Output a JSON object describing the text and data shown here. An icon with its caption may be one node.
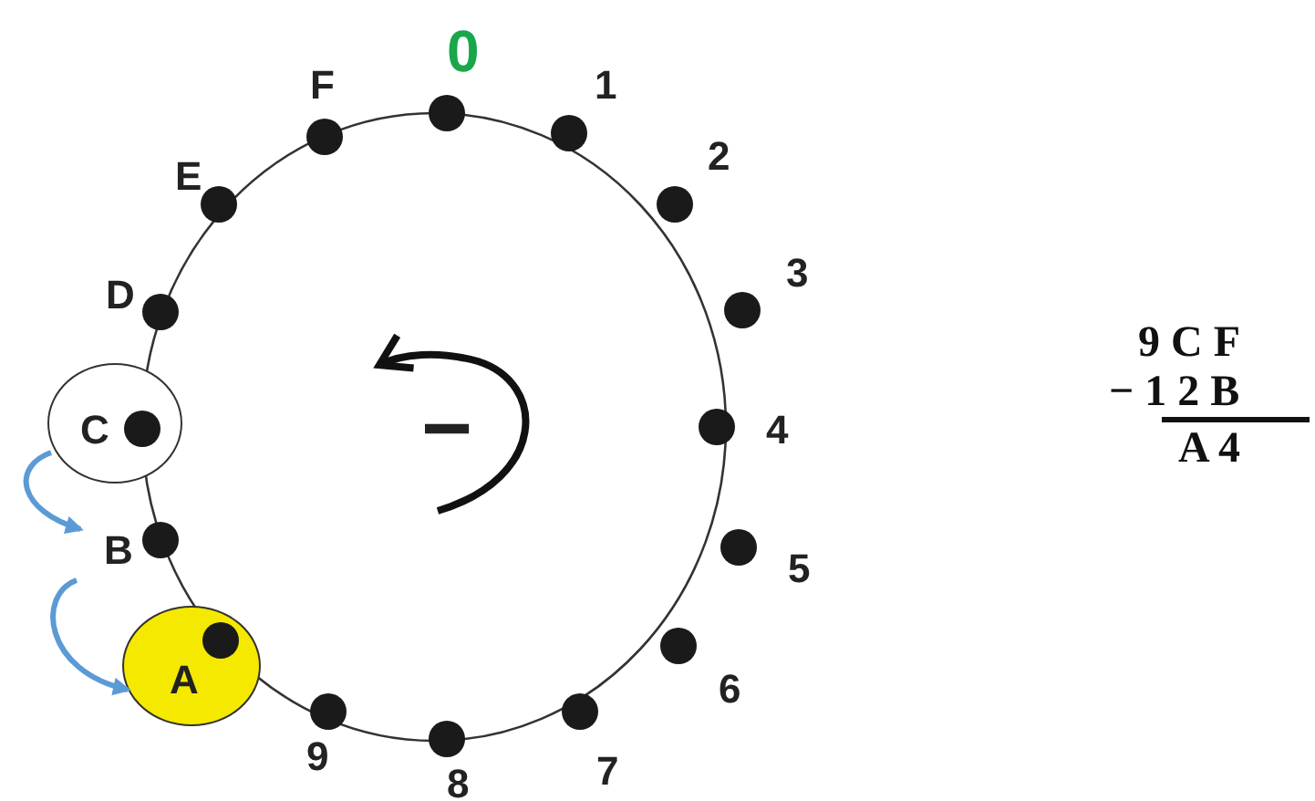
{
  "diagram": {
    "nodes": [
      {
        "text": [
          "0"
        ]
      },
      {
        "text": [
          "1"
        ]
      },
      {
        "text": [
          "2"
        ]
      },
      {
        "text": [
          "3"
        ]
      },
      {
        "text": [
          "4"
        ]
      },
      {
        "text": [
          "5"
        ]
      },
      {
        "text": [
          "6"
        ]
      },
      {
        "text": [
          "7"
        ]
      },
      {
        "text": [
          "8"
        ]
      },
      {
        "text": [
          "9"
        ]
      },
      {
        "text": [
          "A"
        ]
      },
      {
        "text": [
          "B"
        ]
      },
      {
        "text": [
          "C"
        ]
      },
      {
        "text": [
          "D"
        ]
      },
      {
        "text": [
          "E"
        ]
      },
      {
        "text": [
          "F"
        ]
      }
    ],
    "edges": [
      {
        "from": 12,
        "to": 11,
        "arrow": "to"
      },
      {
        "from": 11,
        "to": 10,
        "arrow": "to"
      }
    ],
    "labels": [
      "−",
      "9 C F",
      "− 1 2 B",
      "A 4"
    ]
  }
}
